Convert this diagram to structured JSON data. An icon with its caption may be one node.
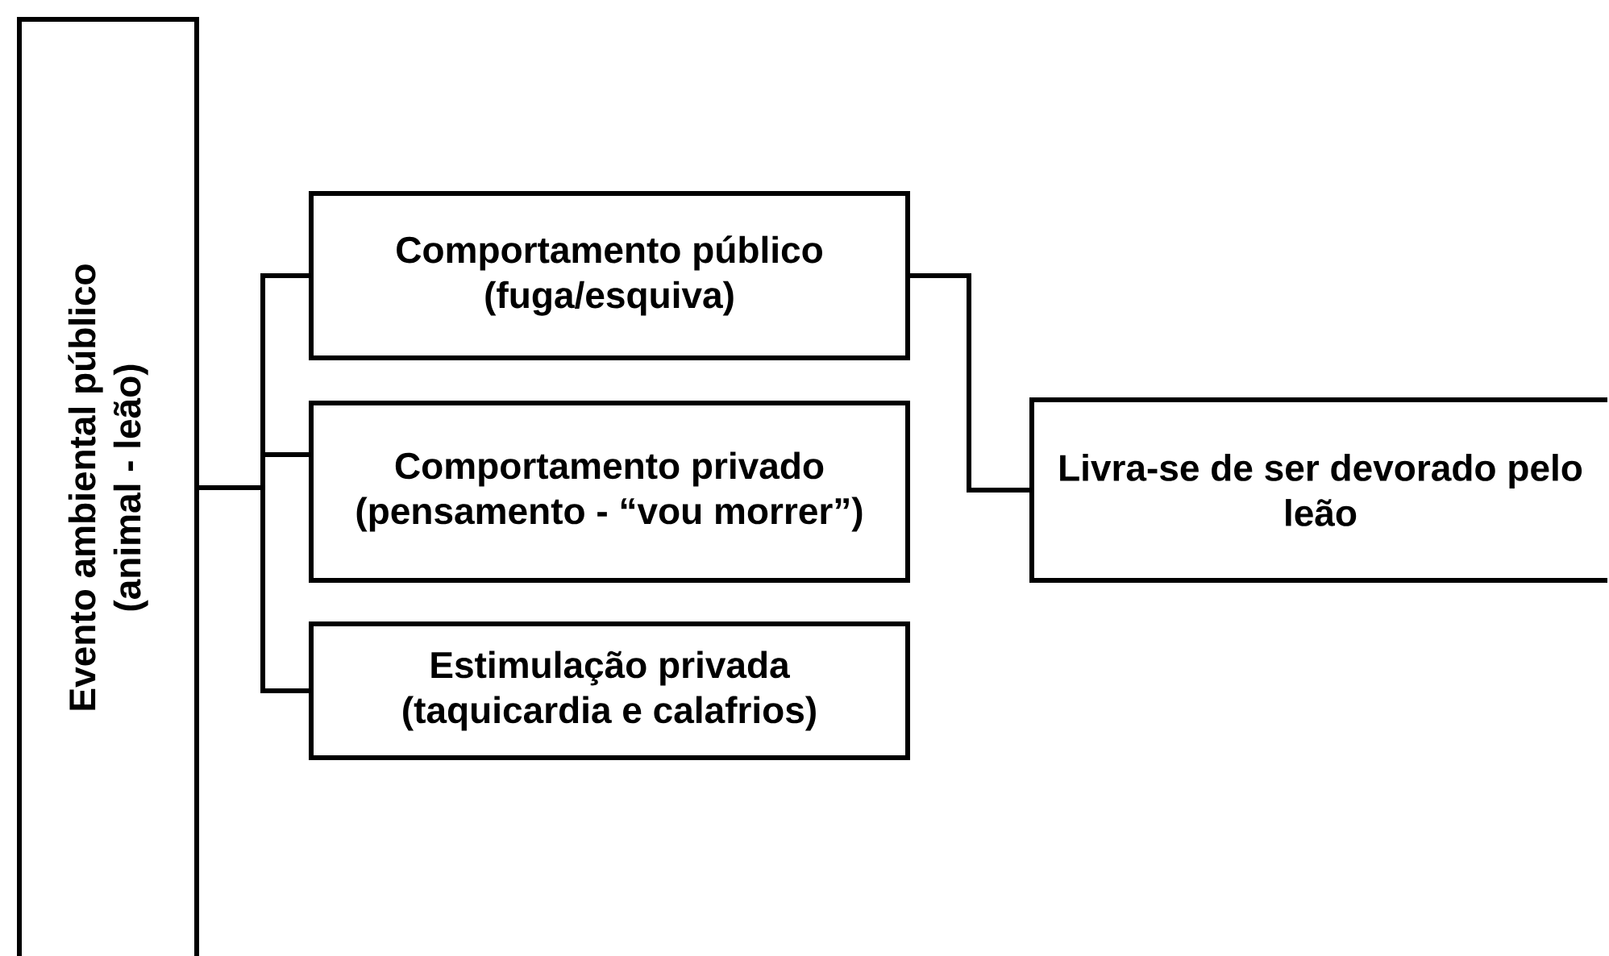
{
  "diagram": {
    "nodes": [
      {
        "text": [
          "Evento ambiental público (animal - leão)"
        ]
      },
      {
        "text": [
          "Comportamento público (fuga/esquiva)"
        ]
      },
      {
        "text": [
          "Comportamento privado (pensamento - “vou morrer”)"
        ]
      },
      {
        "text": [
          "Estimulação privada (taquicardia e calafrios)"
        ]
      },
      {
        "text": [
          "Livra-se de ser devorado pelo leão"
        ]
      }
    ],
    "edges": [
      {
        "from": 0,
        "to": 1,
        "arrow": "none"
      },
      {
        "from": 0,
        "to": 2,
        "arrow": "none"
      },
      {
        "from": 0,
        "to": 3,
        "arrow": "none"
      },
      {
        "from": 1,
        "to": 4,
        "arrow": "none"
      }
    ]
  }
}
